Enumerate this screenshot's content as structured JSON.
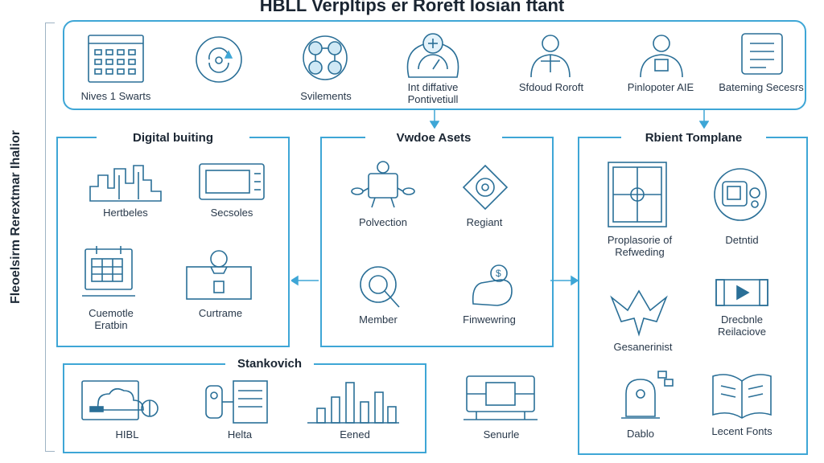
{
  "title": "HBLL Verpltips er Roreft Iosian ftant",
  "sidebar_label": "Fleoelsirm Rerextmar Ihalior",
  "top_row": [
    {
      "label": "Nives 1 Swarts",
      "icon": "browser-grid-icon"
    },
    {
      "label": "",
      "icon": "sync-chat-icon"
    },
    {
      "label": "Svilements",
      "icon": "network-globe-icon"
    },
    {
      "label": "Int diffative Pontivetiull",
      "icon": "dashboard-gauge-icon"
    },
    {
      "label": "Sfdoud Roroft",
      "icon": "person-network-icon"
    },
    {
      "label": "Pinlopoter AIE",
      "icon": "ai-person-icon"
    },
    {
      "label": "Bateming Secesrs",
      "icon": "document-list-icon"
    }
  ],
  "panels": {
    "digital": {
      "title": "Digital buiting",
      "items": [
        {
          "label": "Hertbeles",
          "icon": "city-skyline-icon"
        },
        {
          "label": "Secsoles",
          "icon": "console-panel-icon"
        },
        {
          "label": "Cuemotle Eratbin",
          "icon": "calendar-monitor-icon"
        },
        {
          "label": "Curtrame",
          "icon": "robot-frame-icon"
        }
      ]
    },
    "video": {
      "title": "Vwdoe Asets",
      "items": [
        {
          "label": "Polvection",
          "icon": "drone-camera-icon"
        },
        {
          "label": "Regiant",
          "icon": "gear-diamond-icon"
        },
        {
          "label": "Member",
          "icon": "gear-search-icon"
        },
        {
          "label": "Finwewring",
          "icon": "hand-dollar-icon"
        }
      ]
    },
    "template": {
      "title": "Rbient Tomplane",
      "items": [
        {
          "label": "Proplasorie of Refweding",
          "icon": "puzzle-grid-icon"
        },
        {
          "label": "Detntid",
          "icon": "robot-head-icon"
        },
        {
          "label": "Gesanerinist",
          "icon": "abstract-figure-icon"
        },
        {
          "label": "Drecbnle Reilaciove",
          "icon": "play-video-icon"
        },
        {
          "label": "Dablo",
          "icon": "lightbulb-lab-icon"
        },
        {
          "label": "Lecent Fonts",
          "icon": "open-book-icon"
        }
      ]
    },
    "stankovich": {
      "title": "Stankovich",
      "items": [
        {
          "label": "HIBL",
          "icon": "cloud-network-icon"
        },
        {
          "label": "Helta",
          "icon": "device-document-icon"
        },
        {
          "label": "Eened",
          "icon": "bar-chart-icon"
        }
      ]
    }
  },
  "standalone": {
    "label": "Senurle",
    "icon": "circuit-board-icon"
  }
}
